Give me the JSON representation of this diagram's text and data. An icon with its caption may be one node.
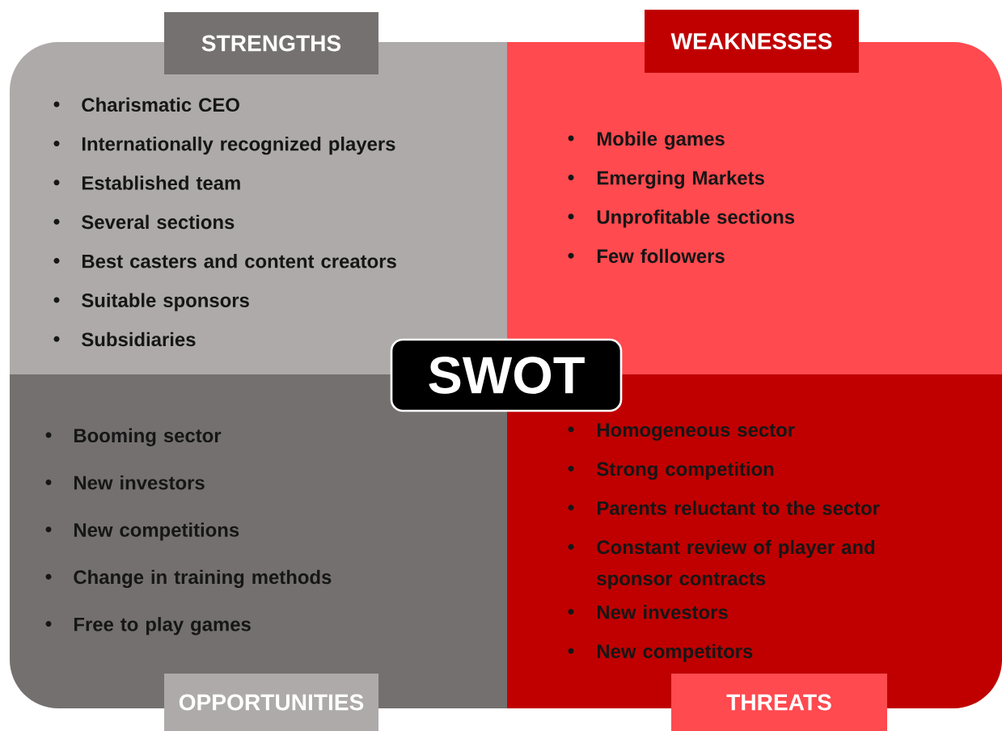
{
  "diagram": {
    "nodes": [
      {
        "text": [
          "STRENGTHS",
          "Charismatic CEO",
          "Internationally recognized players",
          "Established team",
          "Several sections",
          "Best casters and content creators",
          "Suitable sponsors",
          "Subsidiaries"
        ]
      },
      {
        "text": [
          "WEAKNESSES",
          "Mobile games",
          "Emerging Markets",
          "Unprofitable sections",
          "Few followers"
        ]
      },
      {
        "text": [
          "SWOT"
        ]
      },
      {
        "text": [
          "Booming sector",
          "New investors",
          "New competitions",
          "Change in training methods",
          "Free to play games",
          "OPPORTUNITIES"
        ]
      },
      {
        "text": [
          "Homogeneous sector",
          "Strong competition",
          "Parents reluctant to the sector",
          "Constant review of player and sponsor contracts",
          "New investors",
          "New competitors",
          "THREATS"
        ]
      }
    ]
  }
}
